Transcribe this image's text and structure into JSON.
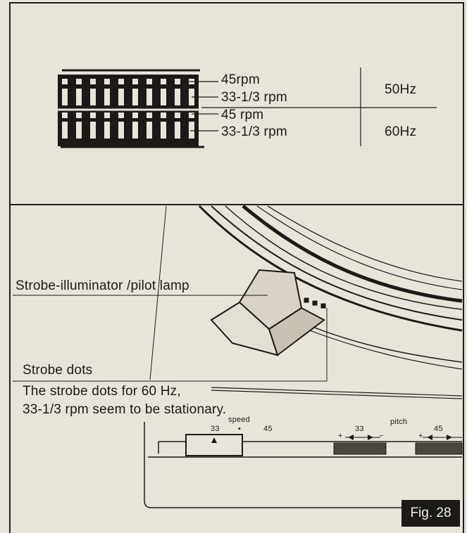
{
  "strobe_legend": {
    "row1": "45rpm",
    "row2": "33-1/3 rpm",
    "row3": "45 rpm",
    "row4": "33-1/3 rpm",
    "freq_top": "50Hz",
    "freq_bottom": "60Hz"
  },
  "illustration": {
    "lamp_label": "Strobe-illuminator /pilot lamp",
    "dots_label": "Strobe dots",
    "caption_line1": "The strobe dots for 60 Hz,",
    "caption_line2": "33-1/3 rpm seem to be stationary.",
    "speed_label": "speed",
    "speed_33": "33",
    "speed_dot": "•",
    "speed_45": "45",
    "pitch_label": "pitch",
    "pitch_33": "33",
    "pitch_45": "45",
    "plus1": "+",
    "minus1": "−",
    "plus2": "+",
    "figure_label": "Fig. 28"
  }
}
